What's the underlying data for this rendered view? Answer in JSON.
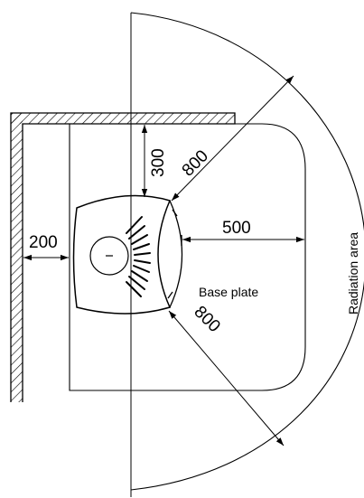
{
  "diagram": {
    "dimensions": {
      "wall_clearance": "200",
      "top_clearance": "300",
      "front_distance": "500",
      "radius_upper": "800",
      "radius_lower": "800"
    },
    "labels": {
      "base_plate": "Base plate",
      "radiation_area": "Radiation area"
    },
    "colors": {
      "line": "#000000",
      "background": "#ffffff"
    }
  }
}
